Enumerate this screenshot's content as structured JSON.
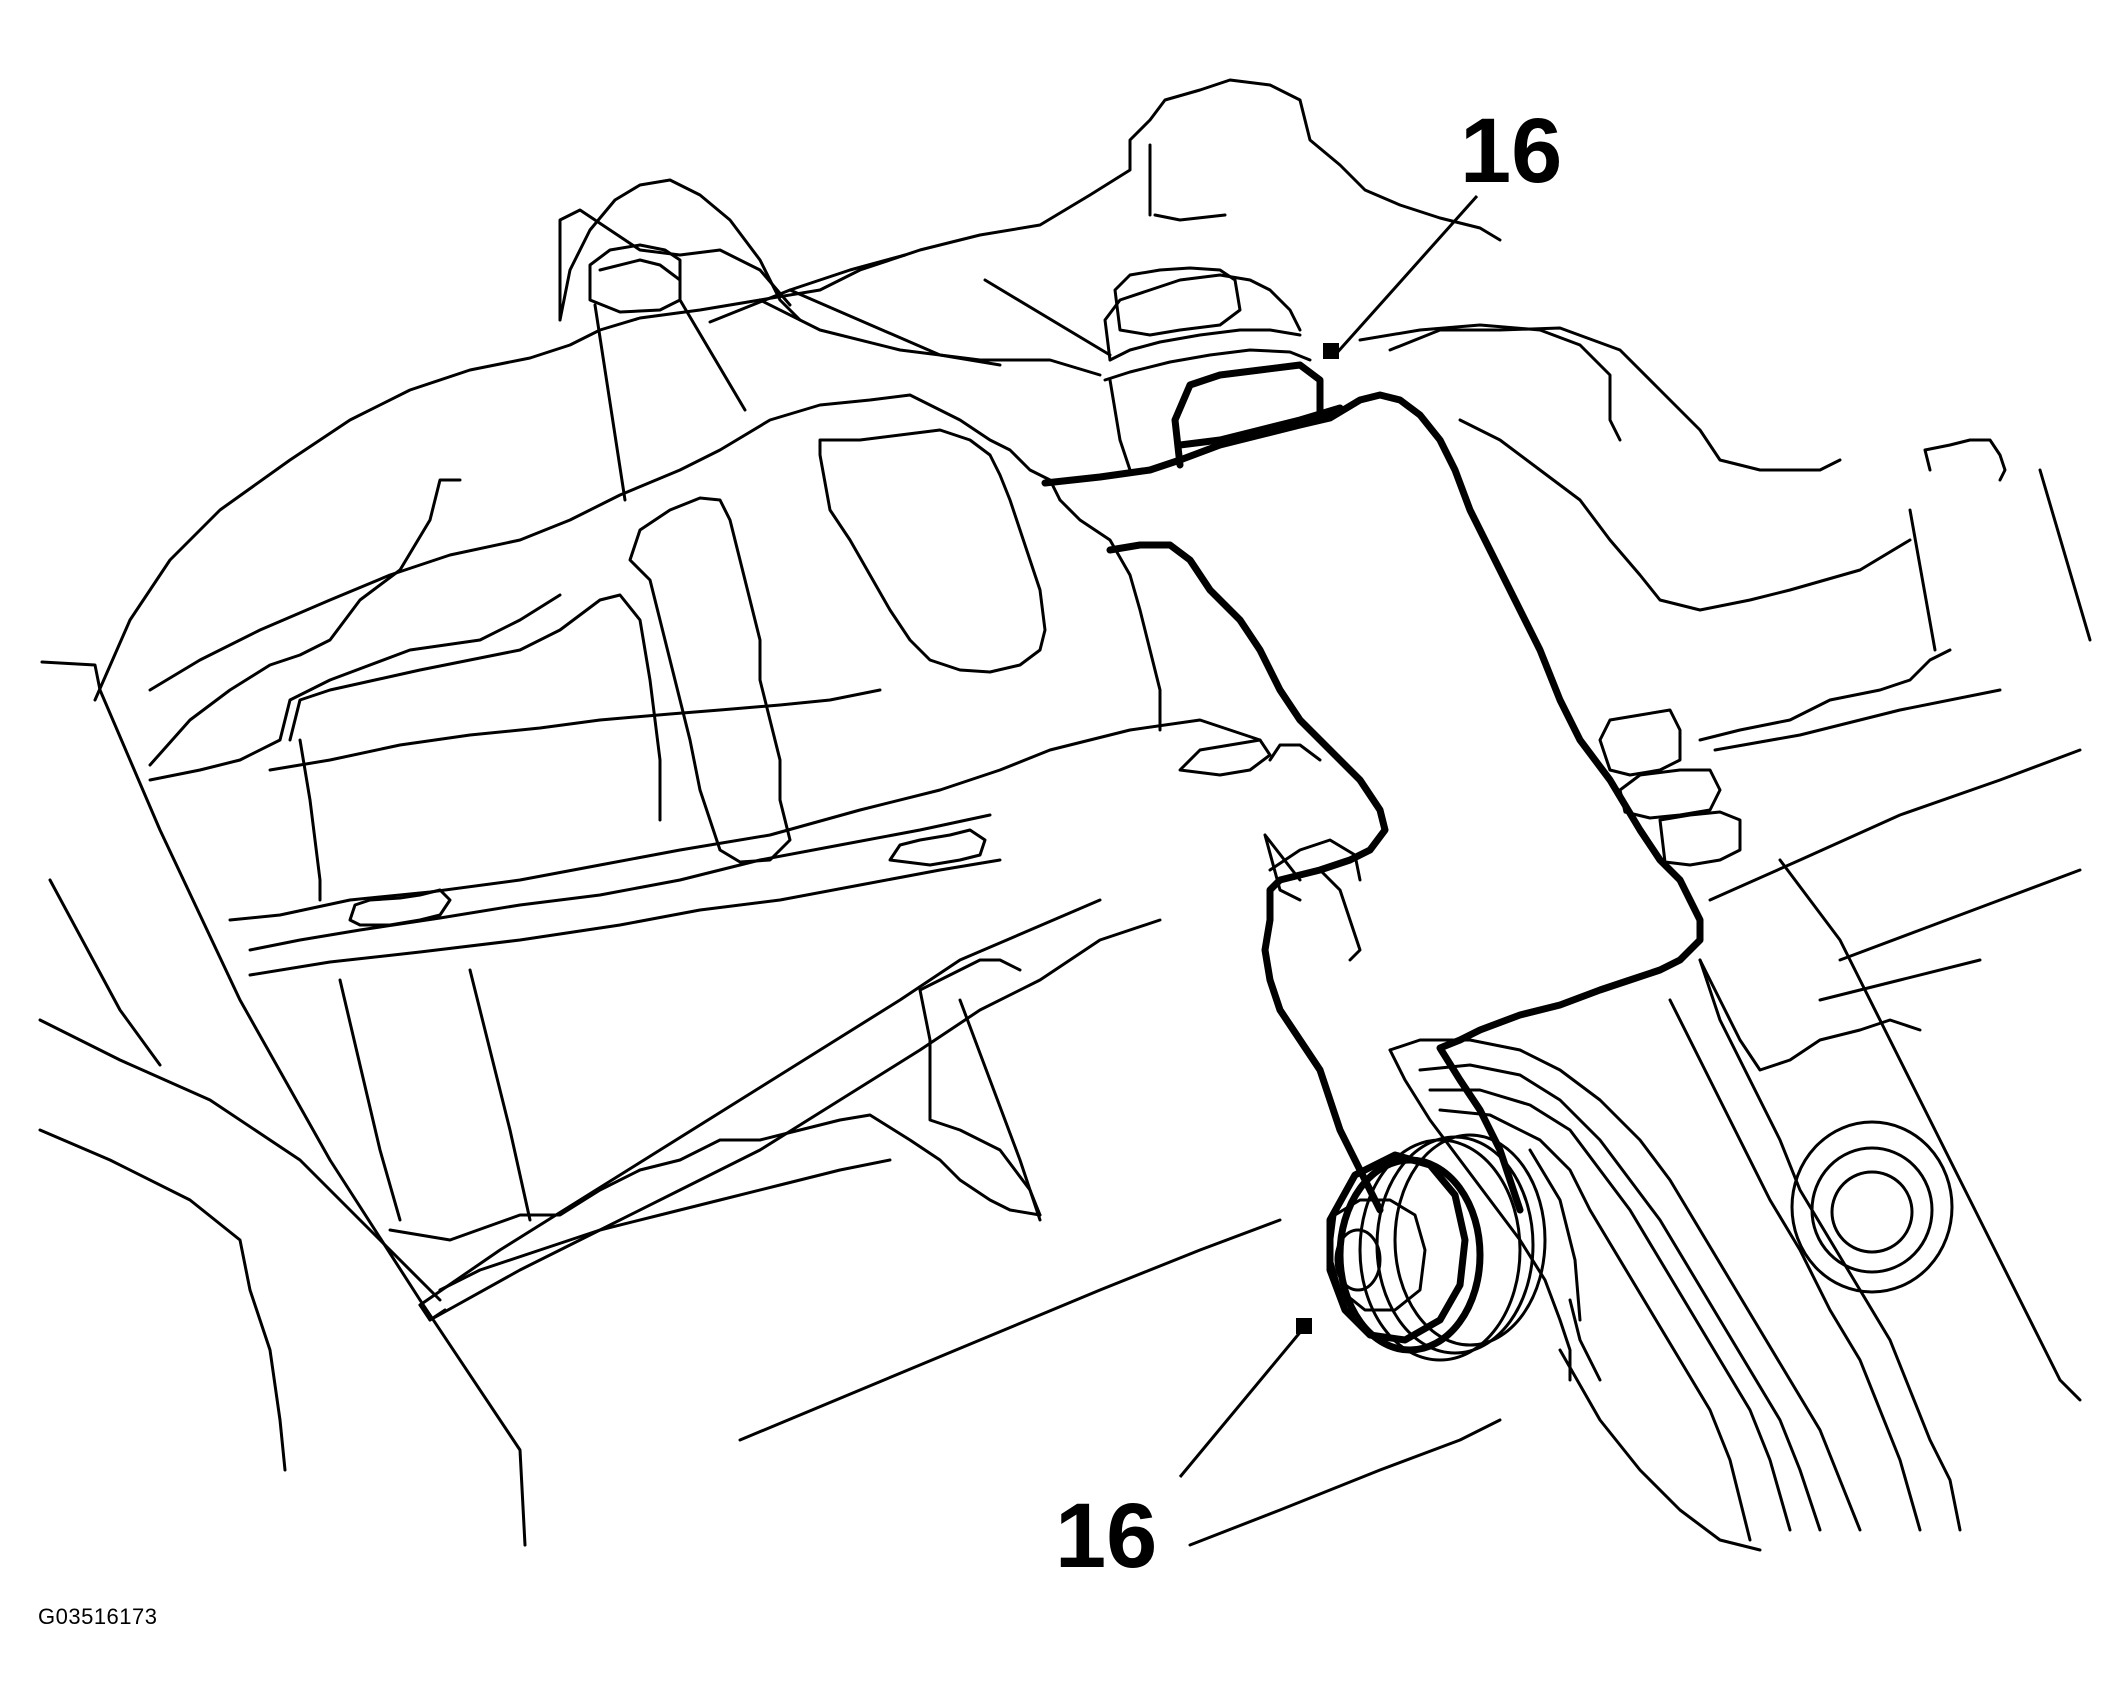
{
  "figure": {
    "figure_id": "G03516173",
    "callouts": [
      {
        "label": "16",
        "target": "upper-bolt"
      },
      {
        "label": "16",
        "target": "lower-nut"
      }
    ]
  }
}
